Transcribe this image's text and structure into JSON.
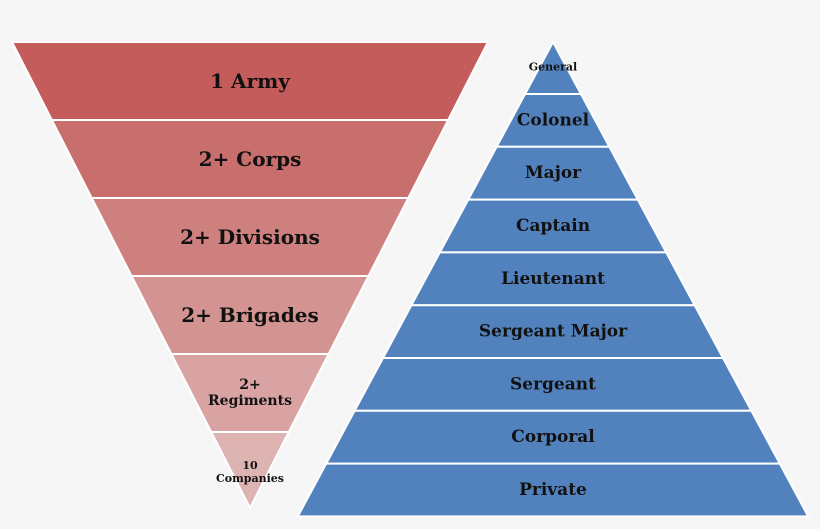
{
  "units": {
    "levels": [
      {
        "lines": [
          "1 Army"
        ],
        "color": "#c45c5c"
      },
      {
        "lines": [
          "2+ Corps"
        ],
        "color": "#c86e6c"
      },
      {
        "lines": [
          "2+ Divisions"
        ],
        "color": "#cd807e"
      },
      {
        "lines": [
          "2+ Brigades"
        ],
        "color": "#d39391"
      },
      {
        "lines": [
          "2+",
          "Regiments"
        ],
        "color": "#d8a3a2"
      },
      {
        "lines": [
          "10",
          "Companies"
        ],
        "color": "#deb4b3"
      }
    ]
  },
  "ranks": {
    "color": "#5282bd",
    "levels": [
      {
        "lines": [
          "General"
        ]
      },
      {
        "lines": [
          "Colonel"
        ]
      },
      {
        "lines": [
          "Major"
        ]
      },
      {
        "lines": [
          "Captain"
        ]
      },
      {
        "lines": [
          "Lieutenant"
        ]
      },
      {
        "lines": [
          "Sergeant Major"
        ]
      },
      {
        "lines": [
          "Sergeant"
        ]
      },
      {
        "lines": [
          "Corporal"
        ]
      },
      {
        "lines": [
          "Private"
        ]
      }
    ]
  }
}
